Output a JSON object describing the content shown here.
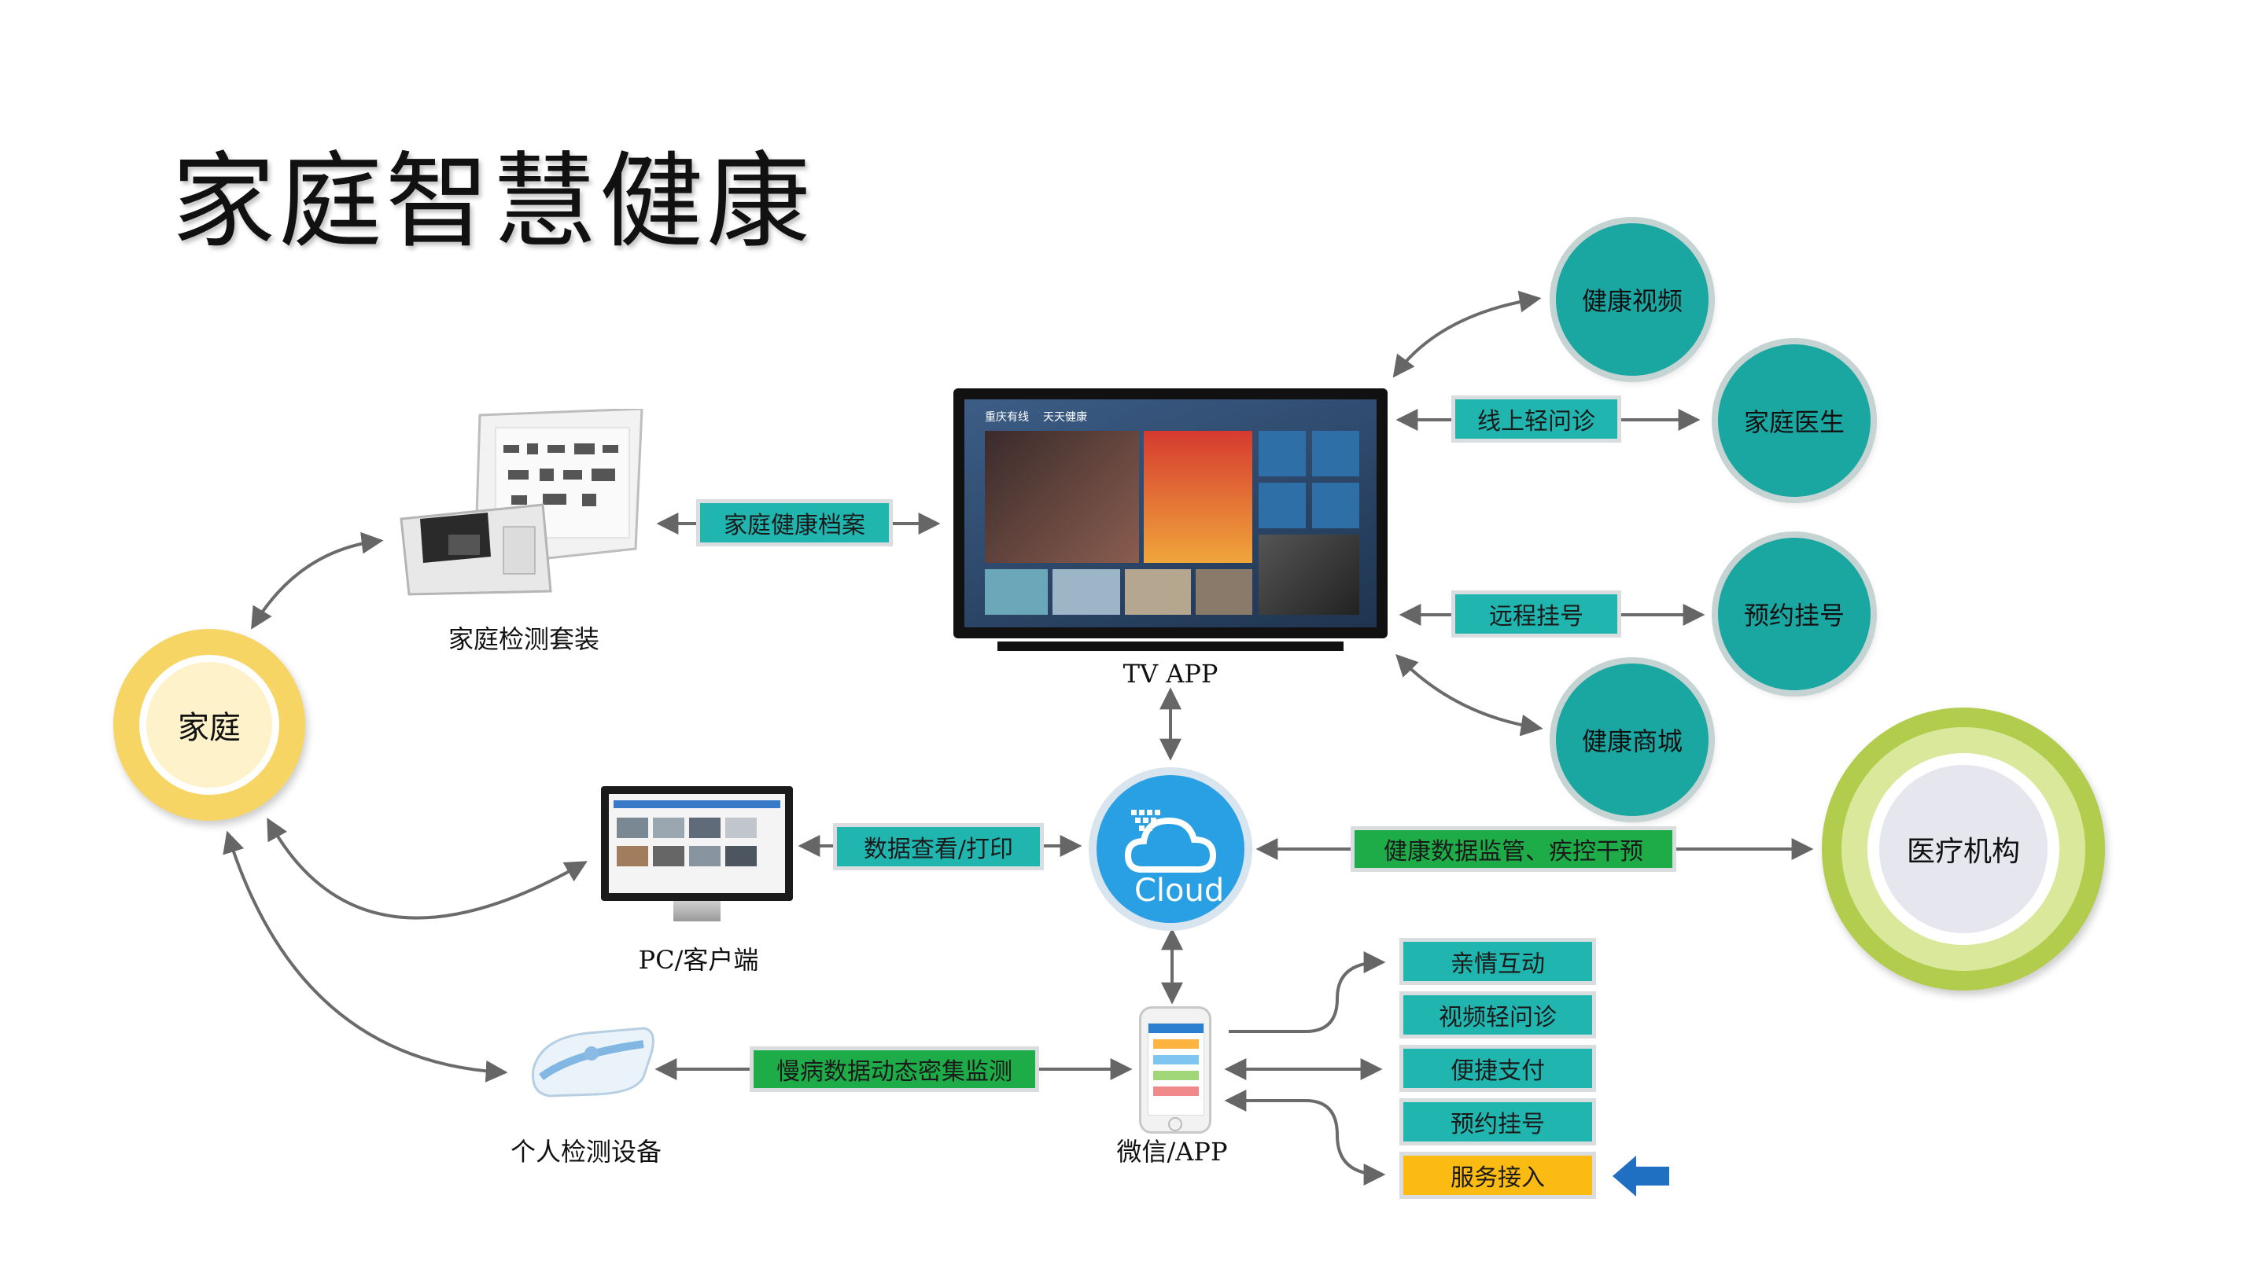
{
  "title": "家庭智慧健康",
  "nodes": {
    "home": "家庭",
    "medical": "医疗机构",
    "cloud": "Cloud",
    "kit": "家庭检测套装",
    "tv": "TV APP",
    "pc": "PC/客户端",
    "device": "个人检测设备",
    "wechat": "微信/APP",
    "tv_brand": "重庆有线",
    "tv_channel": "天天健康"
  },
  "labels": {
    "health_record": "家庭健康档案",
    "data_view": "数据查看/打印",
    "chronic": "慢病数据动态密集监测",
    "supervision": "健康数据监管、疾控干预",
    "online_consult": "线上轻问诊",
    "remote_reg": "远程挂号"
  },
  "services": {
    "video": "健康视频",
    "doctor": "家庭医生",
    "appointment": "预约挂号",
    "mall": "健康商城"
  },
  "app_features": [
    "亲情互动",
    "视频轻问诊",
    "便捷支付",
    "预约挂号",
    "服务接入"
  ],
  "colors": {
    "teal": "#21b5b0",
    "green": "#1eac48",
    "amber": "#fbbb13",
    "home": "#f7d565",
    "medical": "#b2cd4e",
    "cloud": "#29a0e4",
    "arrow_blue": "#1f6fc2"
  }
}
